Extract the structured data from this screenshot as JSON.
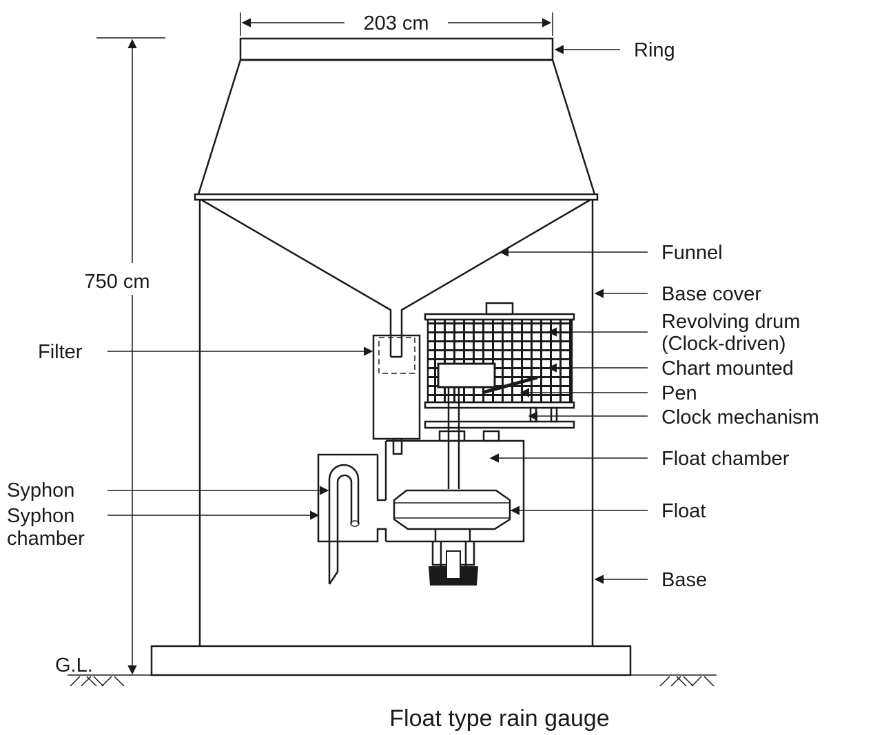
{
  "dimensions": {
    "width": "203 cm",
    "height": "750 cm",
    "ground_level": "G.L."
  },
  "labels": {
    "ring": "Ring",
    "funnel": "Funnel",
    "base_cover": "Base cover",
    "revolving_drum_1": "Revolving drum",
    "revolving_drum_2": "(Clock-driven)",
    "chart_mounted": "Chart mounted",
    "pen": "Pen",
    "clock_mechanism": "Clock mechanism",
    "float_chamber": "Float chamber",
    "float": "Float",
    "base": "Base",
    "filter": "Filter",
    "syphon": "Syphon",
    "syphon_chamber_1": "Syphon",
    "syphon_chamber_2": "chamber"
  },
  "caption": "Float type rain gauge"
}
